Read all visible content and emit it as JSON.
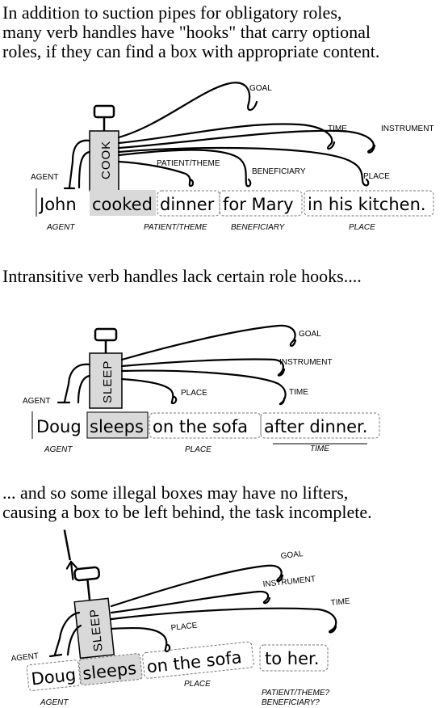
{
  "paragraphs": {
    "intro": [
      "In addition to suction pipes for obligatory roles,",
      "many verb handles have \"hooks\" that carry optional",
      "roles, if they can find a box with appropriate content."
    ],
    "intransitive": [
      "Intransitive verb handles lack certain role hooks...."
    ],
    "illegal": [
      "... and so some illegal boxes may have no lifters,",
      "causing a box to be left behind, the task incomplete."
    ]
  },
  "diagram1": {
    "verb": "COOK",
    "agent_label": "AGENT",
    "hook_labels": {
      "goal": "GOAL",
      "time": "TIME",
      "instrument": "INSTRUMENT",
      "patient_theme": "PATIENT/THEME",
      "beneficiary": "BENEFICIARY",
      "place": "PLACE"
    },
    "words": [
      "John",
      "cooked",
      "dinner",
      "for Mary",
      "in his kitchen."
    ],
    "roles": {
      "agent": "AGENT",
      "patient_theme": "PATIENT/THEME",
      "beneficiary": "BENEFICIARY",
      "place": "PLACE"
    }
  },
  "diagram2": {
    "verb": "SLEEP",
    "agent_label": "AGENT",
    "hook_labels": {
      "goal": "GOAL",
      "instrument": "INSTRUMENT",
      "time": "TIME",
      "place": "PLACE"
    },
    "words": [
      "Doug",
      "sleeps",
      "on the sofa",
      "after dinner."
    ],
    "roles": {
      "agent": "AGENT",
      "place": "PLACE",
      "time": "TIME"
    }
  },
  "diagram3": {
    "verb": "SLEEP",
    "agent_label": "AGENT",
    "hook_labels": {
      "goal": "GOAL",
      "instrument": "INSTRUMENT",
      "time": "TIME",
      "place": "PLACE"
    },
    "words": [
      "Doug",
      "sleeps",
      "on the sofa",
      "to her."
    ],
    "roles": {
      "agent": "AGENT",
      "place": "PLACE",
      "leftover_1": "PATIENT/THEME?",
      "leftover_2": "BENEFICIARY?"
    }
  }
}
